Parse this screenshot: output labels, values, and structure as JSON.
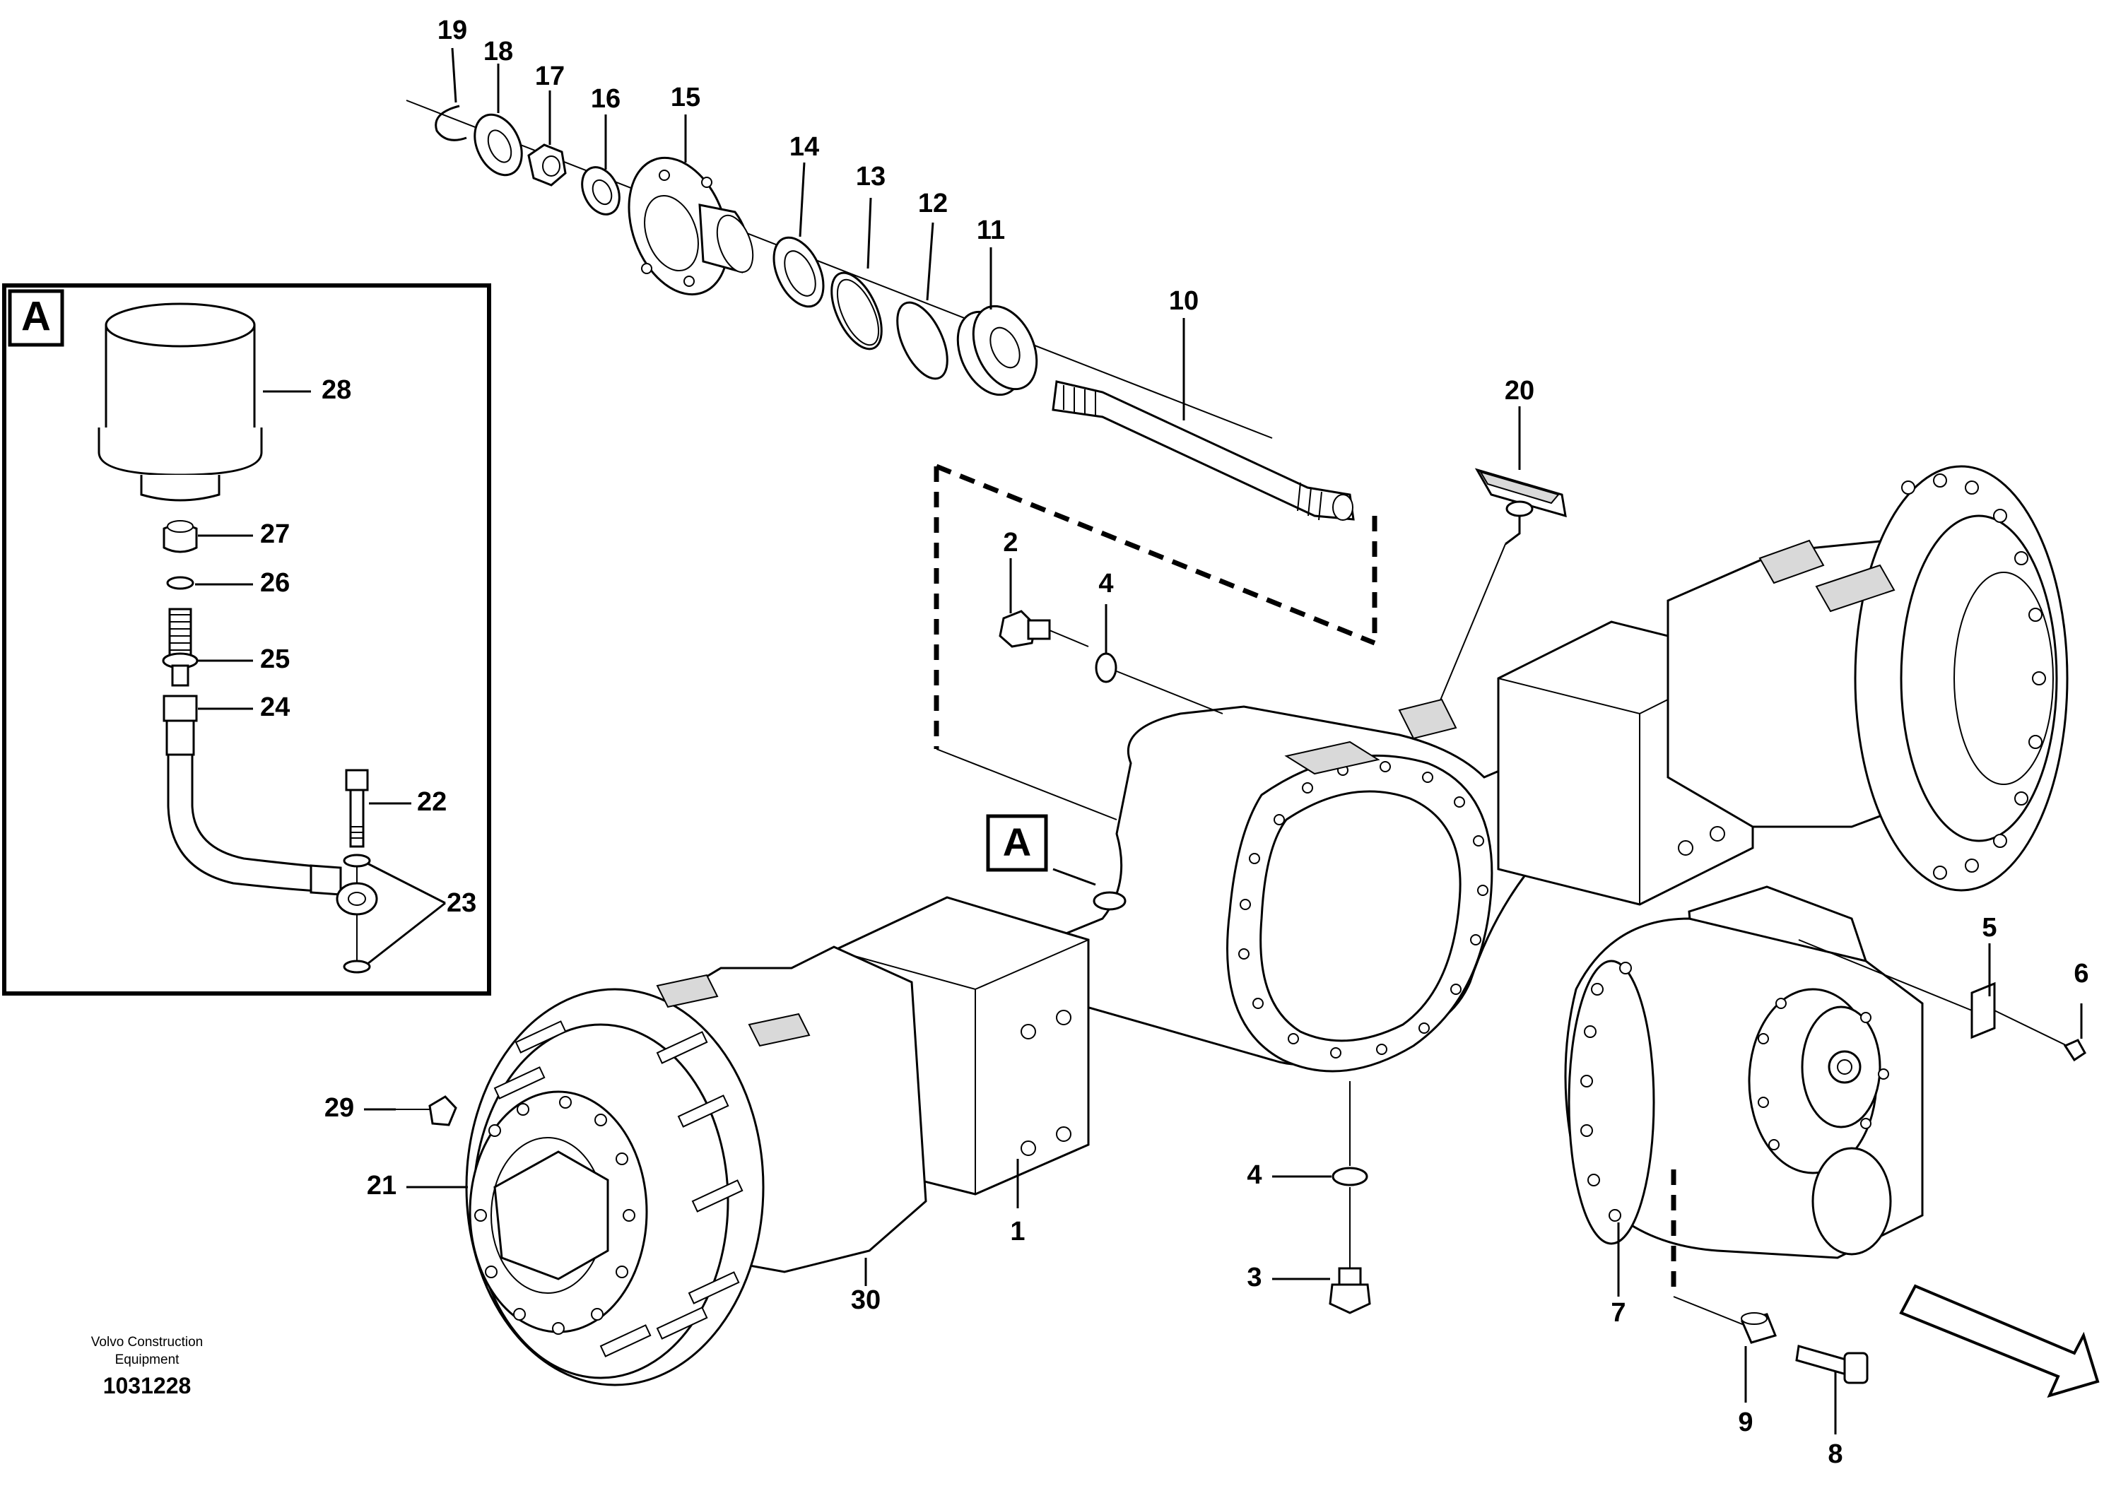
{
  "callouts": {
    "c1": "1",
    "c2": "2",
    "c3": "3",
    "c4a": "4",
    "c4b": "4",
    "c5": "5",
    "c6": "6",
    "c7": "7",
    "c8": "8",
    "c9": "9",
    "c10": "10",
    "c11": "11",
    "c12": "12",
    "c13": "13",
    "c14": "14",
    "c15": "15",
    "c16": "16",
    "c17": "17",
    "c18": "18",
    "c19": "19",
    "c20": "20",
    "c21": "21",
    "c22": "22",
    "c23": "23",
    "c24": "24",
    "c25": "25",
    "c26": "26",
    "c27": "27",
    "c28": "28",
    "c29": "29",
    "c30": "30"
  },
  "detail_view": {
    "label": "A"
  },
  "detail_marker": {
    "label": "A"
  },
  "footer": {
    "company_line1": "Volvo Construction",
    "company_line2": "Equipment",
    "drawing_number": "1031228"
  },
  "icons": {
    "direction": "forward-arrow-icon"
  }
}
